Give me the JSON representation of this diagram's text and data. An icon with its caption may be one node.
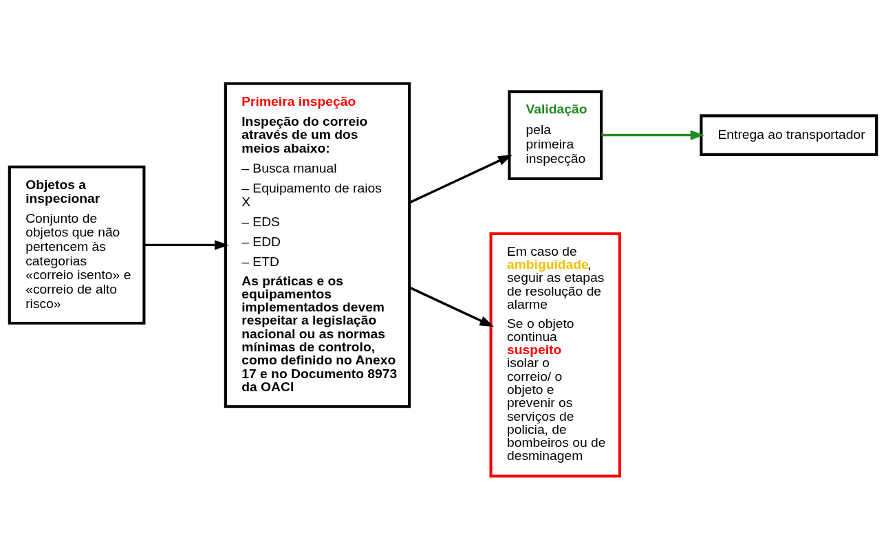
{
  "diagram": {
    "nodes": [
      {
        "text": [
          "Objetos a inspecionar",
          "Conjunto de objetos que não pertencem às categorias «correio isento» e «correio de alto risco»"
        ]
      },
      {
        "text": [
          "Primeira inspeção",
          "Inspeção do correio através de um dos meios abaixo:",
          "– Busca manual",
          "– Equipamento de raios X",
          "– EDS",
          "– EDD",
          "– ETD",
          "As práticas e os equipamentos implementados devem respeitar a legislação nacional ou as normas mínimas de controlo, como definido no Anexo 17 e no Documento 8973 da OACI"
        ]
      },
      {
        "text": [
          "Validação",
          "pela primeira inspecção"
        ]
      },
      {
        "text": [
          "Entrega ao transportador"
        ]
      },
      {
        "text": [
          "Em caso de **ambiguidade**, seguir as etapas de resolução de alarme",
          "Se o objeto continua **suspeito** isolar o correio/ o objeto e prevenir os serviços de policia, de bombeiros ou de desminagem"
        ]
      }
    ],
    "edges": [
      {
        "from": 0,
        "to": 1,
        "arrow": "to"
      },
      {
        "from": 1,
        "to": 2,
        "arrow": "to"
      },
      {
        "from": 2,
        "to": 3,
        "arrow": "to",
        "color": "#228b22"
      },
      {
        "from": 1,
        "to": 4,
        "arrow": "to"
      }
    ]
  }
}
